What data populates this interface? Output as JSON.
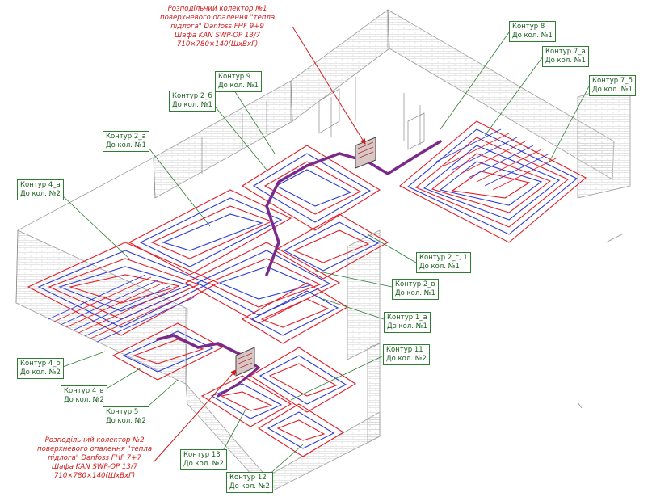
{
  "colors": {
    "supply_pipe": "#e11d2a",
    "return_pipe": "#2b3bd6",
    "wall_lines": "#9c9c9c",
    "leader_green": "#2e7d32",
    "note_red": "#d11a1a",
    "label_text": "#1b5e20"
  },
  "collectors": [
    {
      "id": "c1",
      "lines": [
        "Розподільчий колектор №1",
        "поверхневого опалення \"тепла",
        "підлога\" Danfoss FHF 9+9",
        "Шафа KAN SWP-OP 13/7",
        "710×780×140(ШхВхГ)"
      ]
    },
    {
      "id": "c2",
      "lines": [
        "Розподільчий колектор №2",
        "поверхневого опалення \"тепла",
        "підлога\" Danfoss FHF 7+7",
        "Шафа KAN SWP-OP 13/7",
        "710×780×140(ШхВхГ)"
      ]
    }
  ],
  "circuits": [
    {
      "id": "k8",
      "name": "Контур 8",
      "collector": "До кол. №1"
    },
    {
      "id": "k7a",
      "name": "Контур 7_а",
      "collector": "До кол. №1"
    },
    {
      "id": "k7b",
      "name": "Контур 7_б",
      "collector": "До кол. №1"
    },
    {
      "id": "k9",
      "name": "Контур 9",
      "collector": "До кол. №1"
    },
    {
      "id": "k2b",
      "name": "Контур 2_б",
      "collector": "До кол. №1"
    },
    {
      "id": "k2a",
      "name": "Контур 2_а",
      "collector": "До кол. №1"
    },
    {
      "id": "k4a",
      "name": "Контур 4_а",
      "collector": "До кол. №2"
    },
    {
      "id": "k2g",
      "name": "Контур 2_г, 1",
      "collector": "До кол. №1"
    },
    {
      "id": "k2v",
      "name": "Контур 2_в",
      "collector": "До кол. №1"
    },
    {
      "id": "k1a",
      "name": "Контур 1_а",
      "collector": "До кол. №1"
    },
    {
      "id": "k11",
      "name": "Контур 11",
      "collector": "До кол. №2"
    },
    {
      "id": "k4b",
      "name": "Контур 4_б",
      "collector": "До кол. №2"
    },
    {
      "id": "k4v",
      "name": "Контур 4_в",
      "collector": "До кол. №2"
    },
    {
      "id": "k5",
      "name": "Контур 5",
      "collector": "До кол. №2"
    },
    {
      "id": "k13",
      "name": "Контур 13",
      "collector": "До кол. №2"
    },
    {
      "id": "k12",
      "name": "Контур 12",
      "collector": "До кол. №2"
    }
  ]
}
